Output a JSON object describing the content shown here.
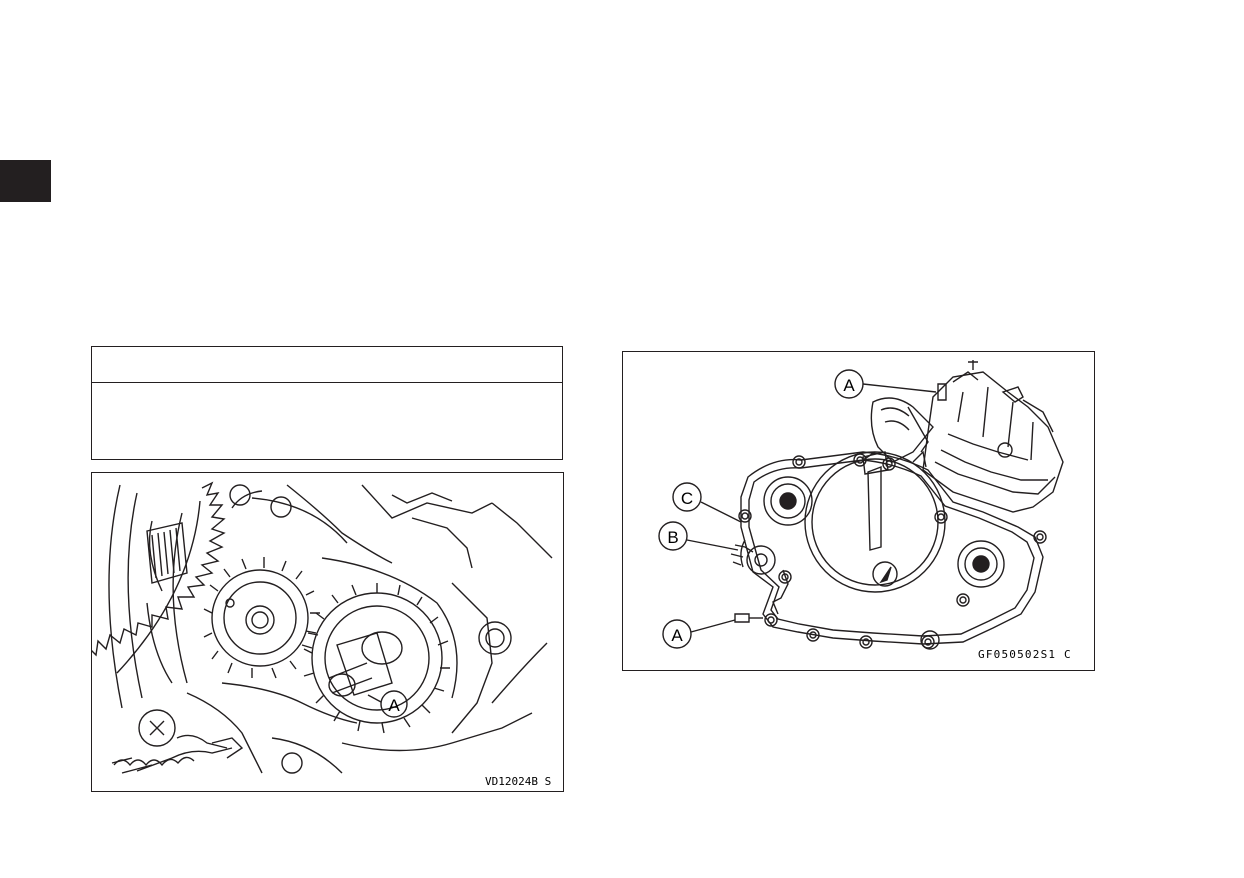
{
  "page": {
    "side_tab_label": ""
  },
  "warning_box": {
    "heading": "",
    "body": ""
  },
  "figure_left": {
    "callouts": [
      "A"
    ],
    "code": "VD12024B  S"
  },
  "figure_right": {
    "callouts": [
      "A",
      "C",
      "B",
      "A"
    ],
    "code": "GF050502S1  C"
  },
  "colors": {
    "ink": "#231f20",
    "paper": "#ffffff"
  }
}
